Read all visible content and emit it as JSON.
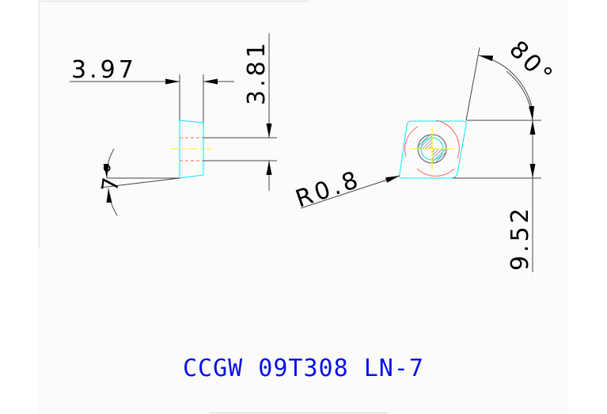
{
  "drawing": {
    "title": "CCGW 09T308 LN-7",
    "colors": {
      "background": "#fbfcfa",
      "outline": "#00e5ff",
      "dimension": "#000000",
      "hidden": "#ff6060",
      "center": "#ffee00",
      "title": "#0a10e8"
    },
    "side_view": {
      "thickness_label": "3.97",
      "hole_height_label": "3.81",
      "clearance_angle_label": "7°"
    },
    "top_view": {
      "nose_radius_label": "R0.8",
      "included_angle_label": "80°",
      "inscribed_circle_label": "9.52"
    }
  }
}
